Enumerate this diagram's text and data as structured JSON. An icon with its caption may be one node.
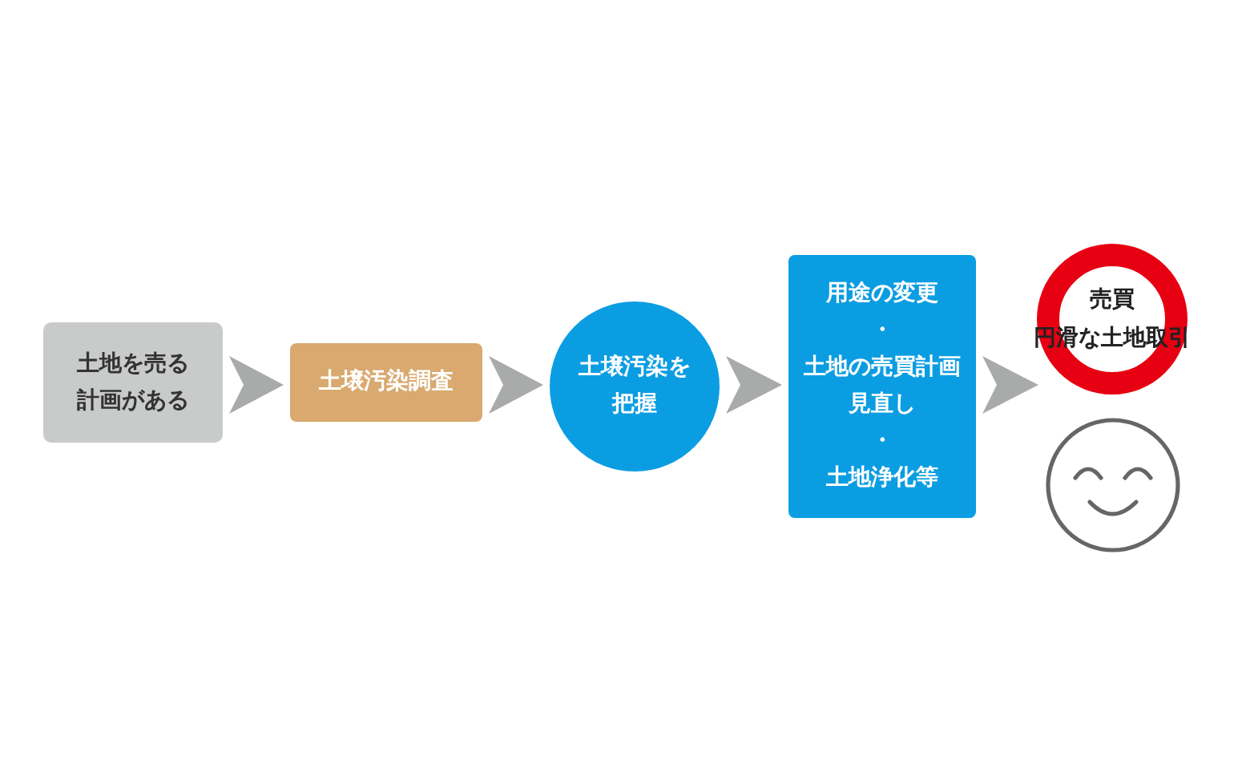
{
  "diagram": {
    "nodes": [
      {
        "text": [
          "土地を売る計画がある"
        ]
      },
      {
        "text": [
          "土壌汚染調査"
        ]
      },
      {
        "text": [
          "土壌汚染を把握"
        ]
      },
      {
        "text": [
          "用途の変更",
          "・",
          "土地の売買計画見直し",
          "・",
          "土地浄化等"
        ]
      },
      {
        "text": [
          "売買",
          "円滑な土地取引"
        ]
      }
    ],
    "edges": [
      {
        "from": 0,
        "to": 1,
        "arrow": "to"
      },
      {
        "from": 1,
        "to": 2,
        "arrow": "to"
      },
      {
        "from": 2,
        "to": 3,
        "arrow": "to"
      },
      {
        "from": 3,
        "to": 4,
        "arrow": "to"
      }
    ]
  }
}
